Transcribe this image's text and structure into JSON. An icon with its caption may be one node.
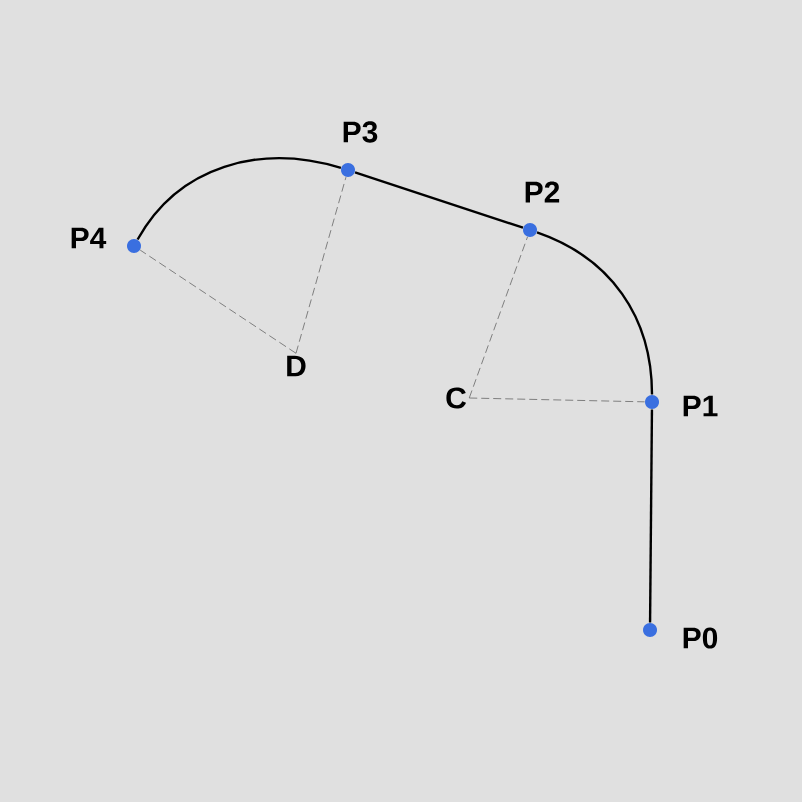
{
  "diagram": {
    "nodes": [
      {
        "text": [],
        "shape": "circle",
        "beside": [
          "P0"
        ]
      },
      {
        "text": [],
        "shape": "circle",
        "beside": [
          "P1"
        ]
      },
      {
        "text": [],
        "shape": "circle",
        "beside": [
          "P2"
        ]
      },
      {
        "text": [],
        "shape": "circle",
        "beside": [
          "P3"
        ]
      },
      {
        "text": [],
        "shape": "circle",
        "beside": [
          "P4"
        ]
      },
      {
        "text": [
          "C"
        ]
      },
      {
        "text": [
          "D"
        ]
      }
    ],
    "edges": [
      {
        "from": 0,
        "to": 1,
        "arrow": "none"
      },
      {
        "from": 1,
        "to": 2,
        "arrow": "none"
      },
      {
        "from": 2,
        "to": 3,
        "arrow": "none"
      },
      {
        "from": 3,
        "to": 4,
        "arrow": "none"
      },
      {
        "from": 5,
        "to": 1,
        "arrow": "none",
        "style": "dashed",
        "color": "#666666"
      },
      {
        "from": 5,
        "to": 2,
        "arrow": "none",
        "style": "dashed",
        "color": "#666666"
      },
      {
        "from": 6,
        "to": 3,
        "arrow": "none",
        "style": "dashed",
        "color": "#666666"
      },
      {
        "from": 6,
        "to": 4,
        "arrow": "none",
        "style": "dashed",
        "color": "#666666"
      }
    ]
  }
}
